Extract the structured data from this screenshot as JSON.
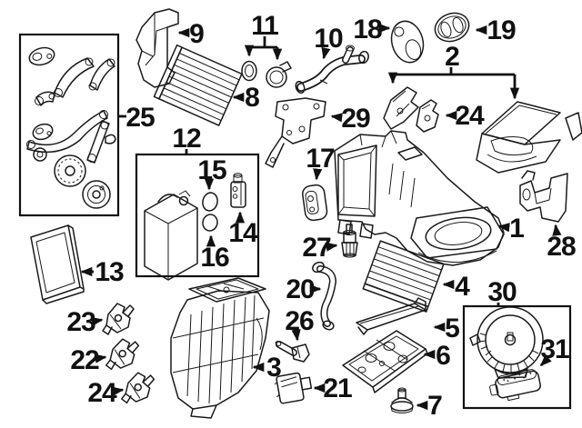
{
  "diagram": {
    "background_color": "#ffffff",
    "line_color": "#1a1a1a",
    "label_color": "#111111",
    "callouts": {
      "c1": "1",
      "c2": "2",
      "c3": "3",
      "c4": "4",
      "c5": "5",
      "c6": "6",
      "c7": "7",
      "c8": "8",
      "c9": "9",
      "c10": "10",
      "c11": "11",
      "c12": "12",
      "c13": "13",
      "c14": "14",
      "c15": "15",
      "c16": "16",
      "c17": "17",
      "c18": "18",
      "c19": "19",
      "c20": "20",
      "c21": "21",
      "c22": "22",
      "c23": "23",
      "c24_upper": "24",
      "c24_lower": "24",
      "c25": "25",
      "c26": "26",
      "c27": "27",
      "c28": "28",
      "c29": "29",
      "c30": "30",
      "c31": "31"
    }
  }
}
